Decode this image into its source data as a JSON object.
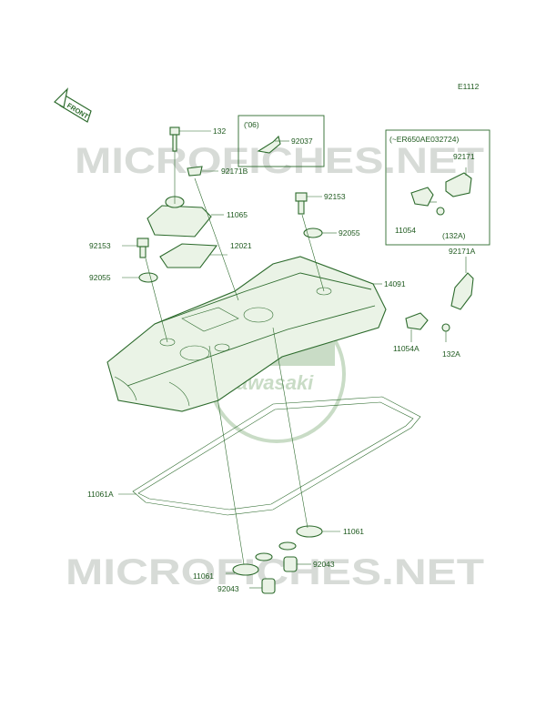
{
  "diagram_code": "E1112",
  "front_label": "FRONT",
  "watermark_text": "MICROFICHES.NET",
  "logo_text": "Kawasaki",
  "inset_year_label": "('06)",
  "inset_serial_label": "(~ER650AE032724)",
  "parts": {
    "p132_top": "132",
    "p92037": "92037",
    "p92171b": "92171B",
    "p92171_inset": "92171",
    "p11065": "11065",
    "p92153_right": "92153",
    "p11054_inset": "11054",
    "p132a_inset": "(132A)",
    "p92055_right": "92055",
    "p12021": "12021",
    "p92153_left": "92153",
    "p92171a": "92171A",
    "p92055_left": "92055",
    "p14091": "14091",
    "p11054a": "11054A",
    "p132a": "132A",
    "p11061a": "11061A",
    "p11061_right": "11061",
    "p92043_right": "92043",
    "p11061_left": "11061",
    "p92043_left": "92043"
  },
  "colors": {
    "line": "#2d6b2d",
    "fill": "#eaf3e6",
    "watermark": "#d7dbd7"
  }
}
